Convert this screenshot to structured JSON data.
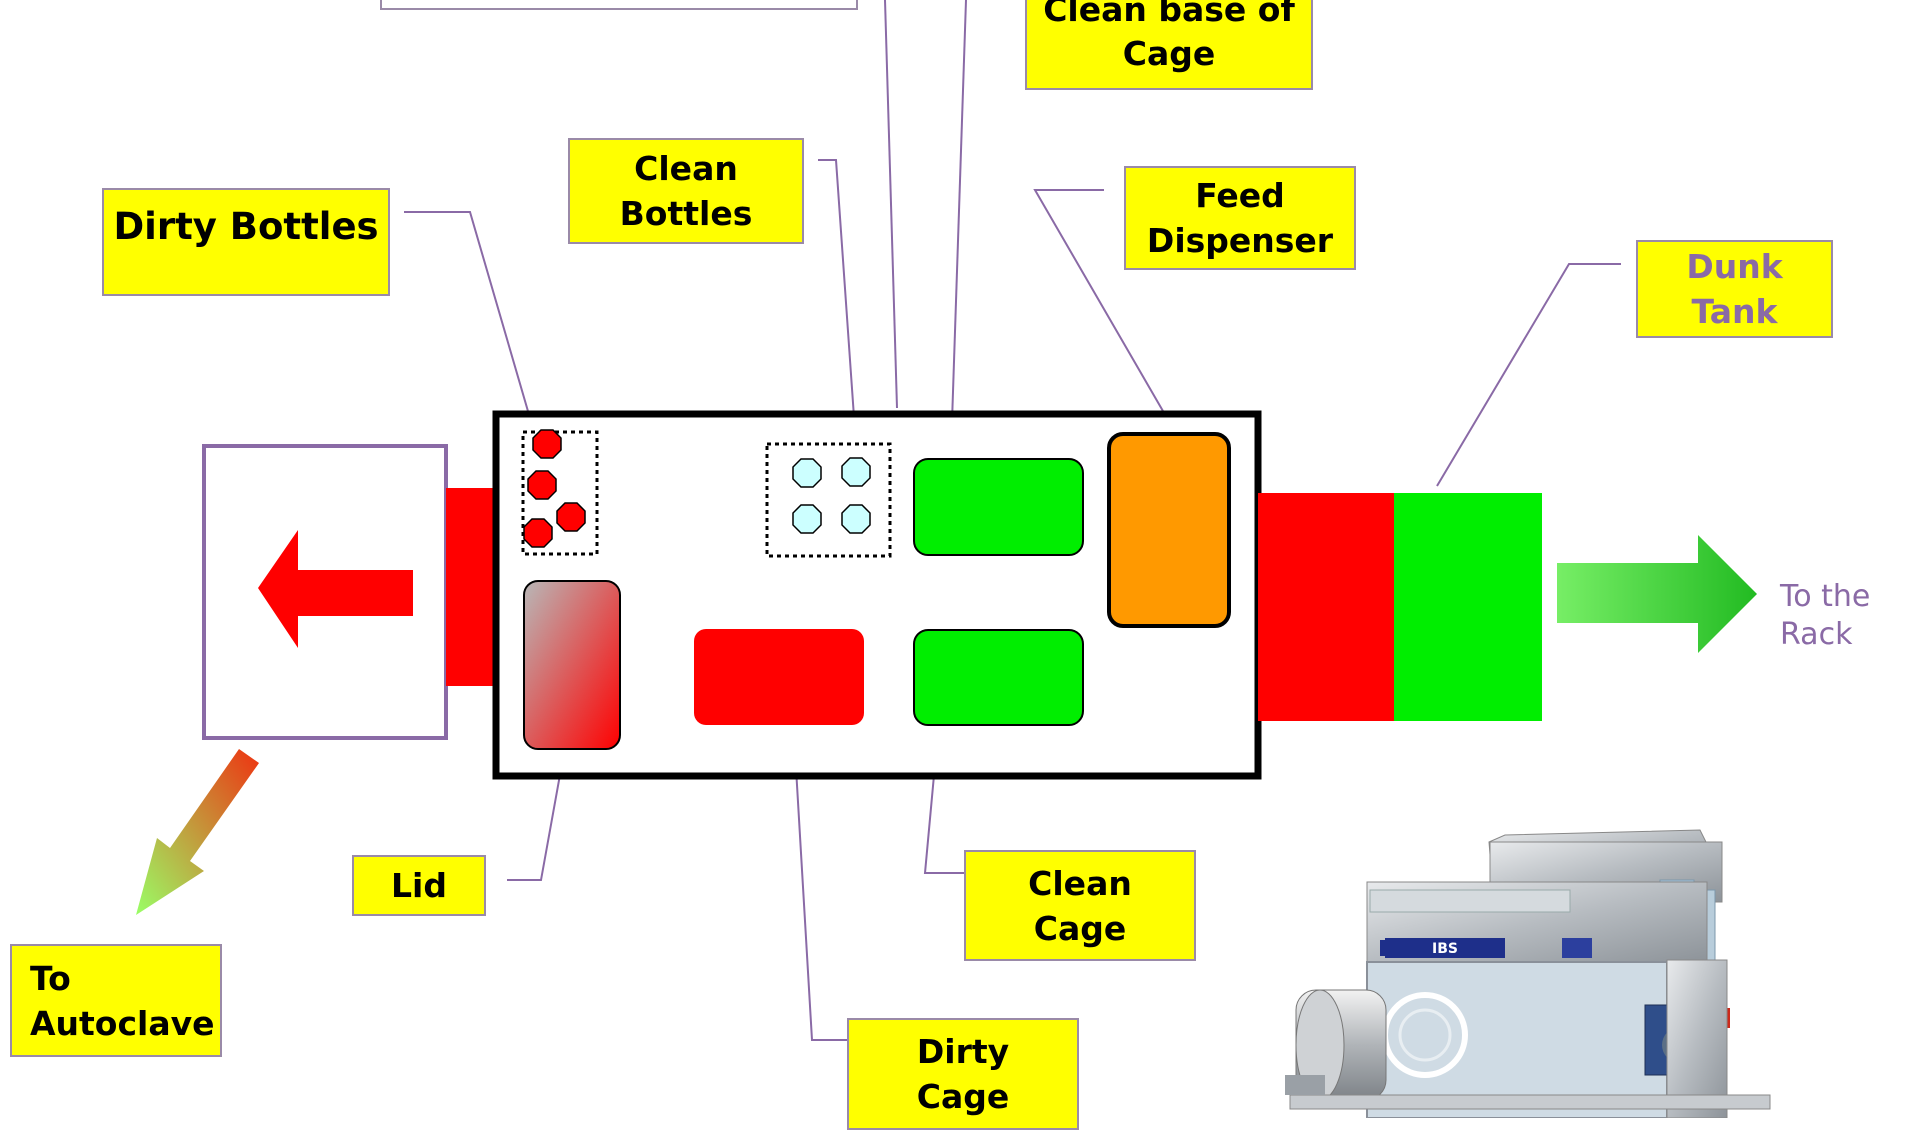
{
  "labels": {
    "top_cut_box": "",
    "clean_base": "Clean base of\nCage",
    "clean_bottles": "Clean\nBottles",
    "dirty_bottles": "Dirty Bottles",
    "feed_dispenser": "Feed\nDispenser",
    "dunk_tank": "Dunk\nTank",
    "to_the_rack": "To the\nRack",
    "lid": "Lid",
    "clean_cage": "Clean\nCage",
    "dirty_cage": "Dirty\nCage",
    "to_autoclave": "To\nAutoclave",
    "ibs_logo": "IBS"
  },
  "colors": {
    "label_fill": "#ffff00",
    "label_border": "#9a8aa8",
    "leader_line": "#8a6aa6",
    "dirty_red": "#ff0000",
    "clean_green": "#00ee00",
    "feed_orange": "#ff9900",
    "clean_bottle_fill": "#ccffff"
  }
}
